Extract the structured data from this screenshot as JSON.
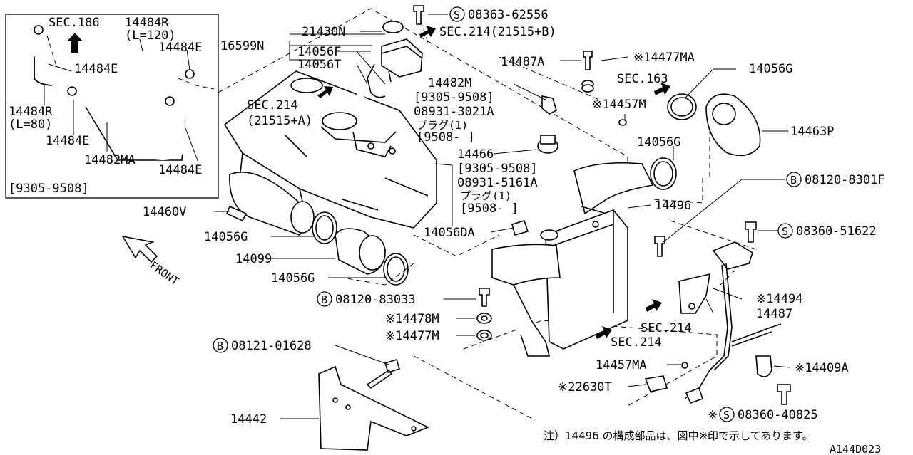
{
  "labels": {
    "inset_sec186": "SEC.186",
    "inset_14484r_120": "14484R",
    "inset_l120": "(L=120)",
    "inset_14484e_a": "14484E",
    "inset_14484e_b": "14484E",
    "inset_14484r_80": "14484R",
    "inset_l80": "(L=80)",
    "inset_14484e_c": "14484E",
    "inset_14482ma": "14482MA",
    "inset_14484e_d": "14484E",
    "inset_date": "[9305-9508]",
    "p21430n": "21430N",
    "p16599n": "16599N",
    "p14056f": "14056F",
    "p14056t": "14056T",
    "s08363": "08363-62556",
    "sec214_b": "SEC.214(21515+B)",
    "sec214_a1": "SEC.214",
    "sec214_a2": "(21515+A)",
    "p14482m": "14482M",
    "d9305_a": "[9305-9508]",
    "p08931_3021a": "08931-3021A",
    "plug_a": "プラグ(1)",
    "d9508_a": "[9508-      ]",
    "p14466": "14466",
    "d9305_b": "[9305-9508]",
    "p08931_5161a": "08931-5161A",
    "plug_b": "プラグ(1)",
    "d9508_b": "[9508-      ]",
    "p14487a": "14487A",
    "p14477ma": "※14477MA",
    "sec163": "SEC.163",
    "p14457m": "※14457M",
    "p14056g_top": "14056G",
    "p14056g_mid": "14056G",
    "p14463p": "14463P",
    "b08120_8301f": "08120-8301F",
    "p14496": "14496",
    "s08360_51622": "08360-51622",
    "p14460v": "14460V",
    "p14056g_l1": "14056G",
    "p14099": "14099",
    "p14056g_l2": "14056G",
    "p14056da": "14056DA",
    "b08120_83033": "08120-83033",
    "p14478m": "※14478M",
    "p14477m": "※14477M",
    "p14494": "※14494",
    "p14487": "14487",
    "sec214_c": "SEC.214",
    "sec214_d": "SEC.214",
    "b08121_01628": "08121-01628",
    "p14457ma": "14457MA",
    "p22630t": "※22630T",
    "p14409a": "※14409A",
    "s08360_40825": "08360-40825",
    "p14442": "14442",
    "asterisk": "※",
    "front": "FRONT",
    "note": "注）14496 の構成部品は、図中※印で示してあります。",
    "figure_id": "A144D023",
    "circle_s": "S",
    "circle_b": "B"
  }
}
